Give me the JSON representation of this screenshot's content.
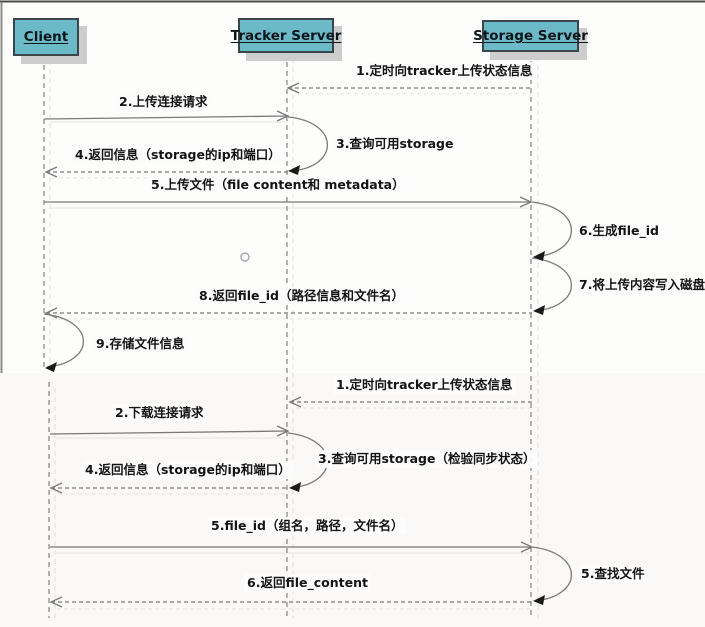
{
  "actors": [
    {
      "label": "Client"
    },
    {
      "label": "Tracker Server"
    },
    {
      "label": "Storage Server"
    }
  ],
  "upload": {
    "messages": [
      "1.定时向tracker上传状态信息",
      "2.上传连接请求",
      "3.查询可用storage",
      "4.返回信息（storage的ip和端口）",
      "5.上传文件（file content和 metadata）",
      "6.生成file_id",
      "7.将上传内容写入磁盘",
      "8.返回file_id（路径信息和文件名）",
      "9.存储文件信息"
    ]
  },
  "download": {
    "messages": [
      "1.定时向tracker上传状态信息",
      "2.下载连接请求",
      "3.查询可用storage（检验同步状态）",
      "4.返回信息（storage的ip和端口）",
      "5.file_id（组名，路径，文件名）",
      "5.查找文件",
      "6.返回file_content"
    ]
  },
  "colors": {
    "actor_fill": "#6cb9c8",
    "actor_border": "#3a464c",
    "actor_shadow": "#cdcdcd",
    "line": "#7a7a7a",
    "loop_arrowhead": "#1a1a1a",
    "text": "#141414"
  }
}
